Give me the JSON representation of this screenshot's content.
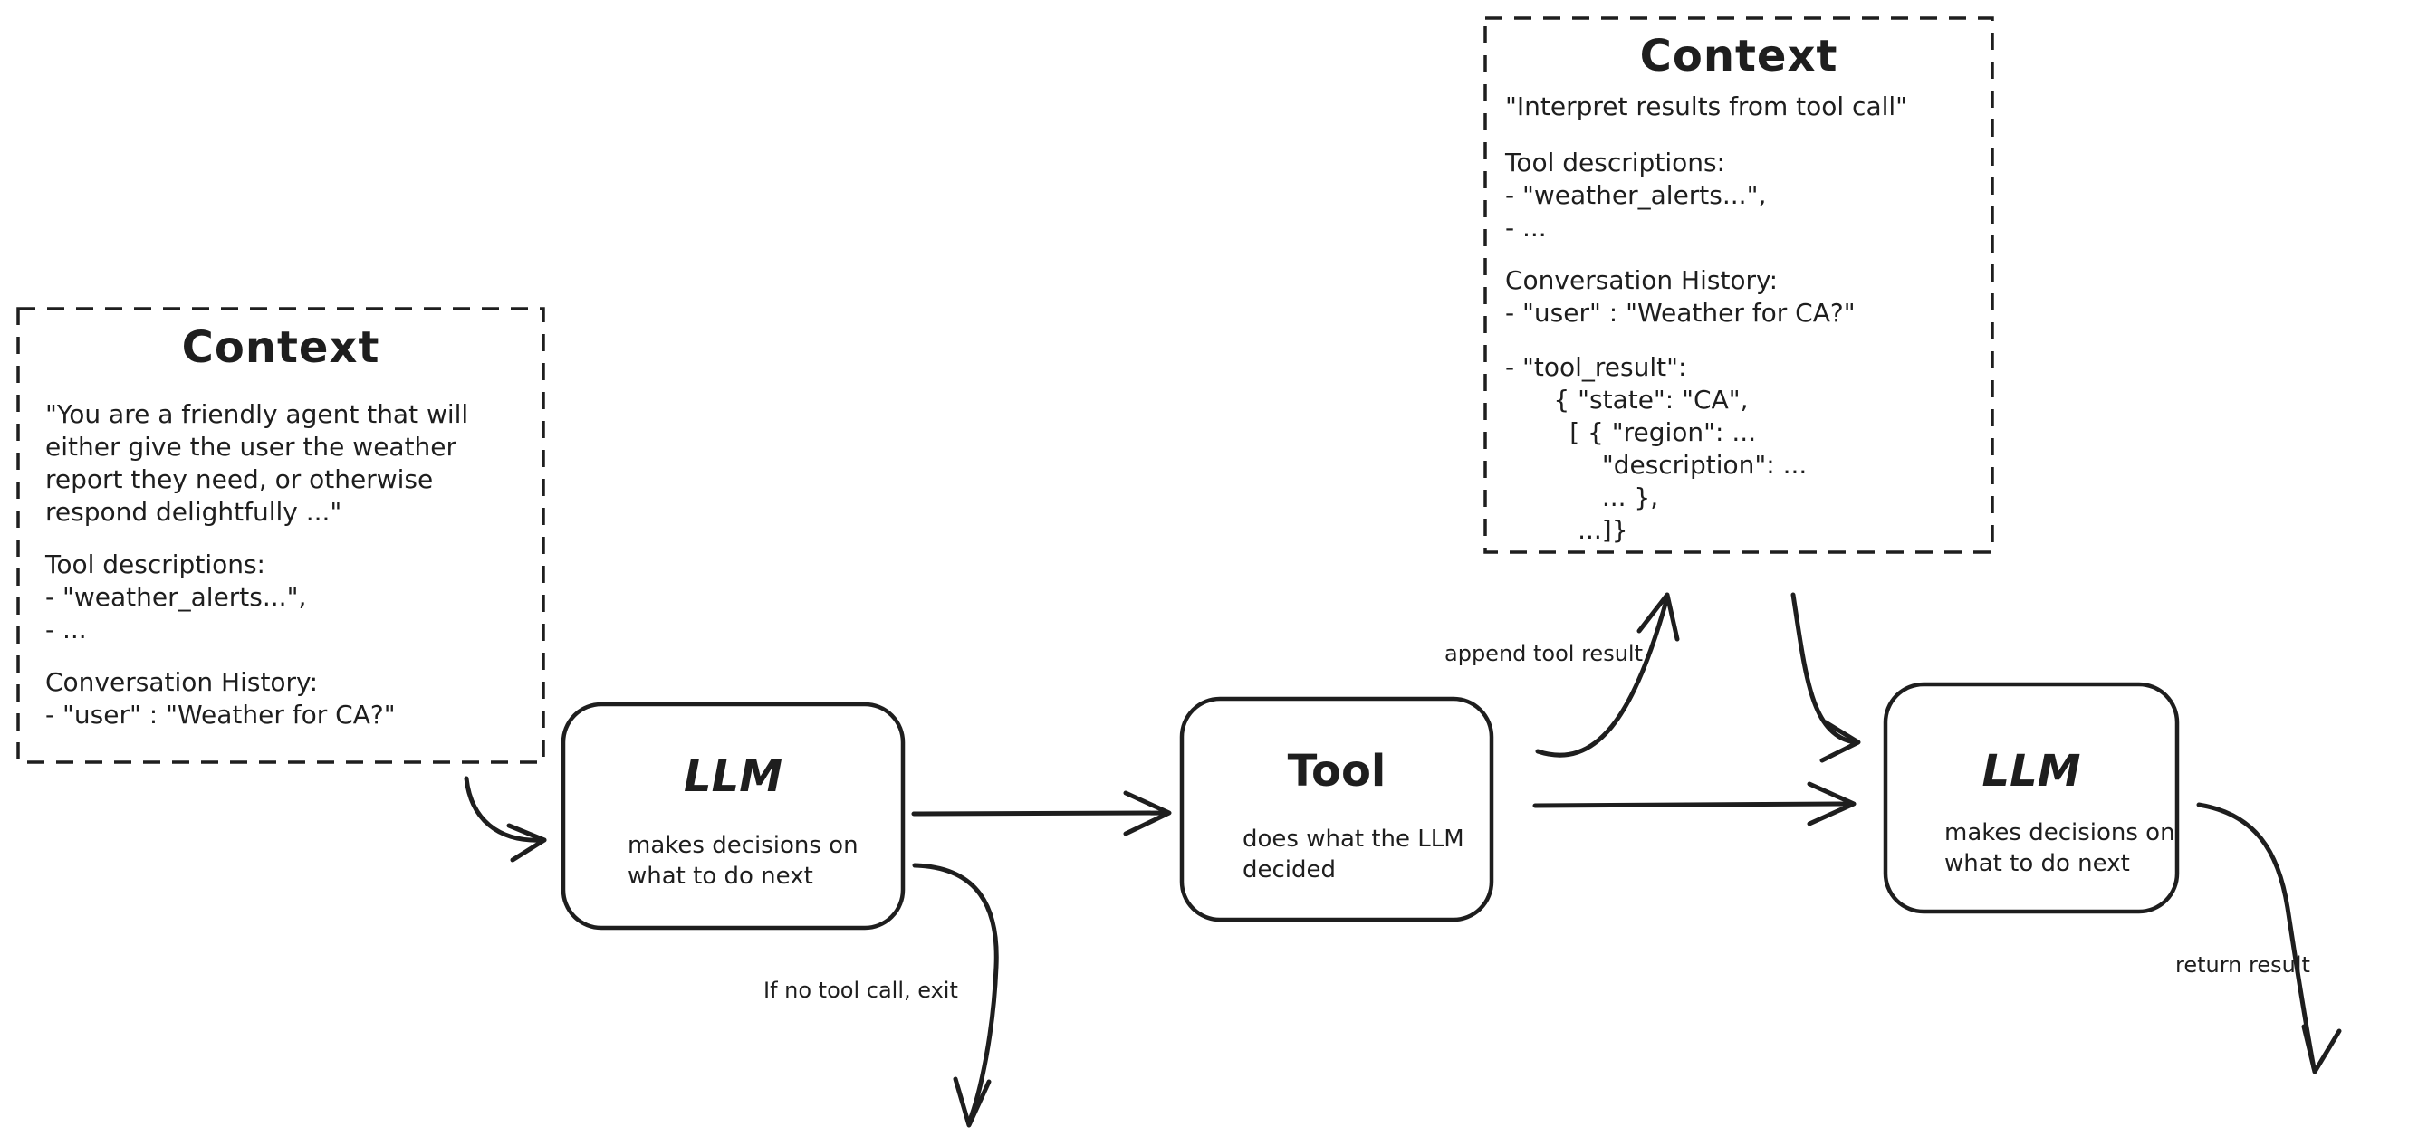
{
  "colors": {
    "ink": "#1e1e1e",
    "background": "#ffffff"
  },
  "context_initial": {
    "title": "Context",
    "system_prompt": "\"You are a friendly agent that will\neither give the user the weather\nreport they need, or otherwise\nrespond delightfully ...\"",
    "tool_descriptions": "Tool descriptions:\n- \"weather_alerts...\",\n- ...",
    "conversation_history": "Conversation History:\n- \"user\" : \"Weather for CA?\""
  },
  "context_after_tool": {
    "title": "Context",
    "instruction": "\"Interpret results from tool call\"",
    "tool_descriptions": "Tool descriptions:\n- \"weather_alerts...\",\n- ...",
    "conversation_history": "Conversation History:\n- \"user\" : \"Weather for CA?\"",
    "tool_result": "- \"tool_result\":\n      { \"state\": \"CA\",\n        [ { \"region\": ...\n            \"description\": ...\n            ... },\n         ...]}"
  },
  "nodes": {
    "llm_first": {
      "title": "LLM",
      "subtitle": "makes decisions on\nwhat to do next"
    },
    "tool": {
      "title": "Tool",
      "subtitle": "does what the LLM\ndecided"
    },
    "llm_second": {
      "title": "LLM",
      "subtitle": "makes decisions on\nwhat to do next"
    }
  },
  "edge_labels": {
    "append_tool_result": "append tool result",
    "no_tool_call_exit": "If no tool call, exit",
    "return_result": "return result"
  }
}
